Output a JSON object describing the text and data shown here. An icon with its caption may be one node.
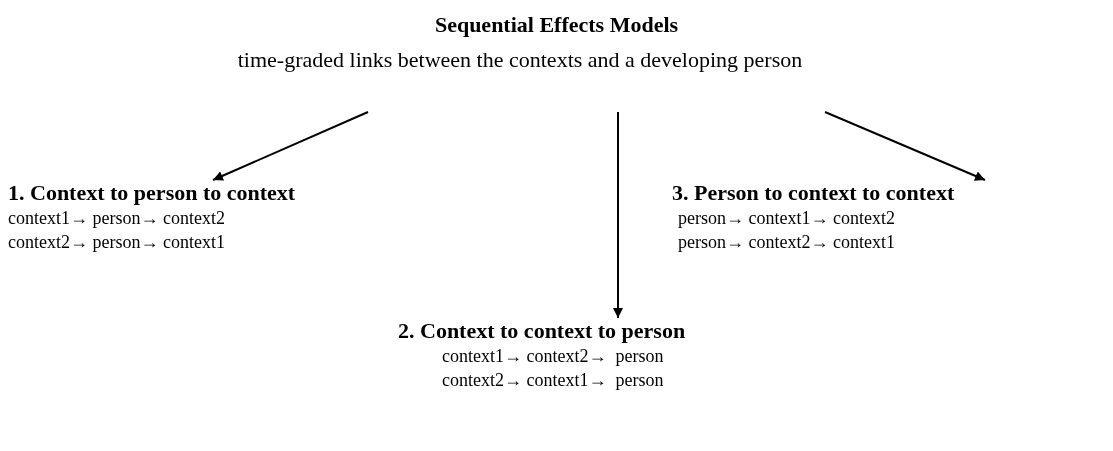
{
  "diagram": {
    "title": "Sequential Effects Models",
    "nodes": [
      {
        "text": [
          "time-graded links between the contexts and a developing person"
        ]
      },
      {
        "text": [
          "1. Context to person to context",
          "context1→ person→ context2",
          "context2→ person→ context1"
        ]
      },
      {
        "text": [
          "3. Person to context to context",
          "person→ context1→ context2",
          "person→ context2→ context1"
        ]
      },
      {
        "text": [
          "2. Context to context to person",
          "context1→ context2→  person",
          "context2→ context1→  person"
        ]
      }
    ],
    "edges": [
      {
        "from": 0,
        "to": 1,
        "arrow": "to"
      },
      {
        "from": 0,
        "to": 3,
        "arrow": "to"
      },
      {
        "from": 0,
        "to": 2,
        "arrow": "to"
      }
    ]
  }
}
